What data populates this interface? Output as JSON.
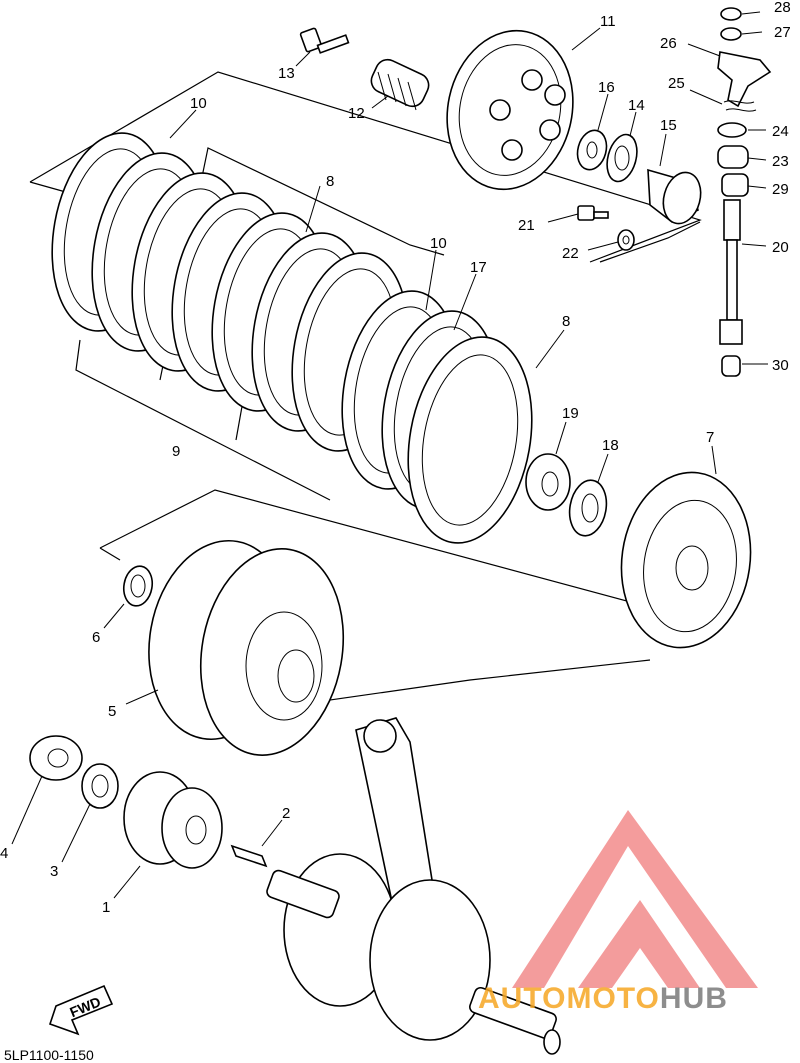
{
  "diagram": {
    "code": "5LP1100-1150",
    "fwd_label": "FWD",
    "watermark": {
      "part1": "AUTOMOTO",
      "part2": "HUB",
      "color1": "#f6a623",
      "color2": "#7a7a7a",
      "logo_color": "#f28b8b"
    },
    "callouts": [
      {
        "id": "c28",
        "text": "28"
      },
      {
        "id": "c27",
        "text": "27"
      },
      {
        "id": "c26",
        "text": "26"
      },
      {
        "id": "c11",
        "text": "11"
      },
      {
        "id": "c13",
        "text": "13"
      },
      {
        "id": "c12",
        "text": "12"
      },
      {
        "id": "c25",
        "text": "25"
      },
      {
        "id": "c10a",
        "text": "10"
      },
      {
        "id": "c16",
        "text": "16"
      },
      {
        "id": "c14",
        "text": "14"
      },
      {
        "id": "c15",
        "text": "15"
      },
      {
        "id": "c24",
        "text": "24"
      },
      {
        "id": "c23",
        "text": "23"
      },
      {
        "id": "c29",
        "text": "29"
      },
      {
        "id": "c8a",
        "text": "8"
      },
      {
        "id": "c21",
        "text": "21"
      },
      {
        "id": "c22",
        "text": "22"
      },
      {
        "id": "c20",
        "text": "20"
      },
      {
        "id": "c10b",
        "text": "10"
      },
      {
        "id": "c17",
        "text": "17"
      },
      {
        "id": "c8b",
        "text": "8"
      },
      {
        "id": "c30",
        "text": "30"
      },
      {
        "id": "c9",
        "text": "9"
      },
      {
        "id": "c19",
        "text": "19"
      },
      {
        "id": "c18",
        "text": "18"
      },
      {
        "id": "c7",
        "text": "7"
      },
      {
        "id": "c6",
        "text": "6"
      },
      {
        "id": "c5",
        "text": "5"
      },
      {
        "id": "c2",
        "text": "2"
      },
      {
        "id": "c4",
        "text": "4"
      },
      {
        "id": "c3",
        "text": "3"
      },
      {
        "id": "c1",
        "text": "1"
      }
    ]
  }
}
